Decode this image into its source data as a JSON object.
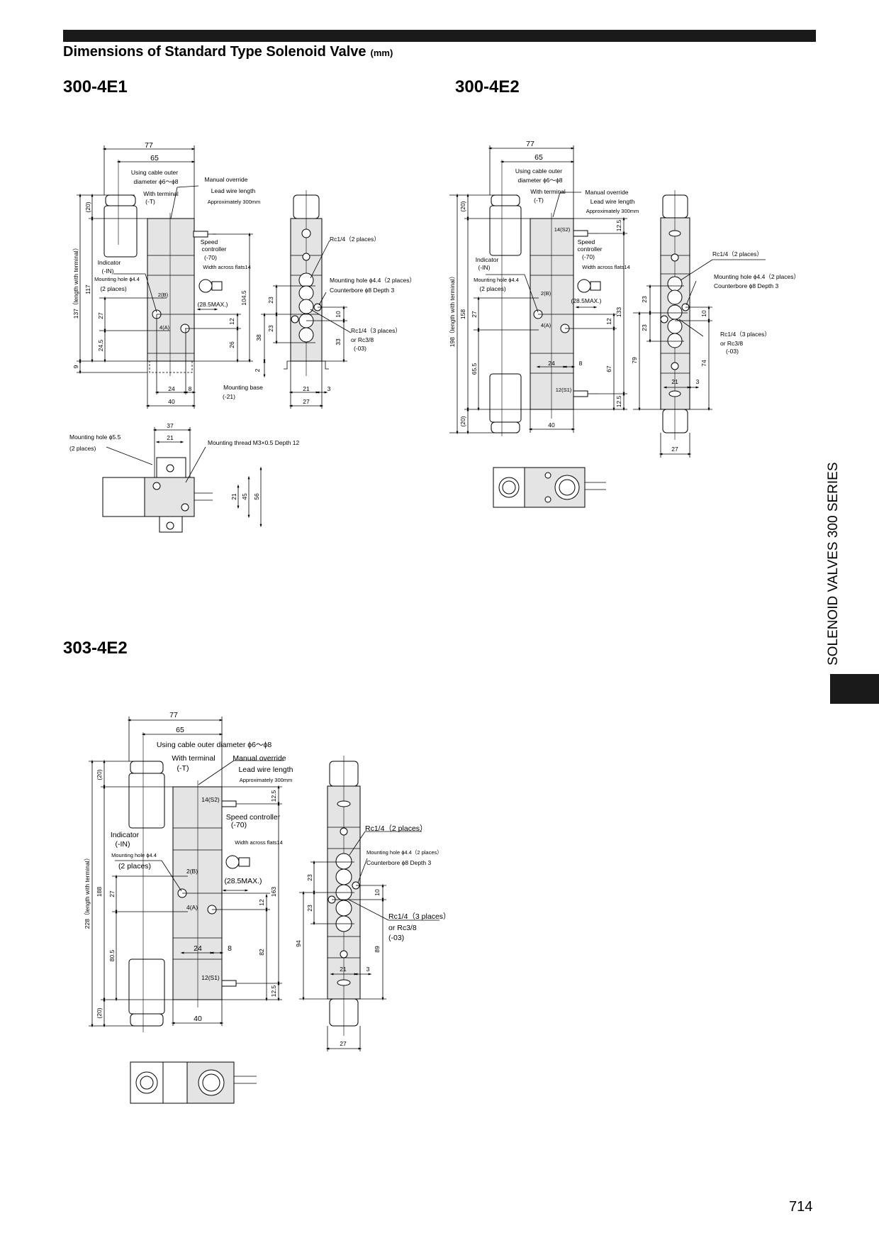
{
  "header": {
    "title": "Dimensions of Standard Type Solenoid Valve",
    "unit": "(mm)"
  },
  "side_tab": "SOLENOID VALVES 300 SERIES",
  "page_number": "714",
  "d1": {
    "model": "300-4E1",
    "dim_77": "77",
    "dim_65": "65",
    "cable1": "Using cable outer",
    "cable2": "diameter ϕ6～ϕ8",
    "terminal": "With terminal",
    "terminal_code": "(-T)",
    "manual_override": "Manual override",
    "lead_wire": "Lead wire length",
    "lead_wire_len": "Approximately 300mm",
    "speed1": "Speed",
    "speed2": "controller",
    "speed_code": "(-70)",
    "flats": "Width across flats14",
    "indicator": "Indicator",
    "indicator_code": "(-IN)",
    "mount_hole": "Mounting hole ϕ4.4",
    "mount_places": "(2 places)",
    "port_b": "2(B)",
    "port_a": "4(A)",
    "max": "(28.5MAX.)",
    "dim_104_5": "104.5",
    "dim_12": "12",
    "dim_26": "26",
    "dim_137": "137（length with terminal）",
    "dim_117": "117",
    "dim_20": "(20)",
    "dim_27": "27",
    "dim_24_5": "24.5",
    "dim_9": "9",
    "dim_24": "24",
    "dim_8": "8",
    "dim_40": "40",
    "mount_base": "Mounting base",
    "mount_base_code": "(-21)",
    "rc_2": "Rc1/4（2 places）",
    "mount_hole_side": "Mounting hole ϕ4.4（2 places）",
    "counterbore": "Counterbore ϕ8 Depth 3",
    "dim_23a": "23",
    "dim_23b": "23",
    "dim_38": "38",
    "dim_10": "10",
    "dim_33": "33",
    "rc_3": "Rc1/4（3 places）",
    "rc38": "or Rc3/8",
    "rc_code": "(-03)",
    "dim_2": "2",
    "dim_21": "21",
    "dim_3": "3",
    "dim_27w": "27",
    "bv_37": "37",
    "bv_21": "21",
    "bv_mh": "Mounting hole ϕ5.5",
    "bv_mh_places": "(2 places)",
    "bv_thread": "Mounting thread M3×0.5 Depth 12",
    "bv_21v": "21",
    "bv_45": "45",
    "bv_56": "56"
  },
  "d2": {
    "model": "300-4E2",
    "dim_77": "77",
    "dim_65": "65",
    "cable1": "Using cable outer",
    "cable2": "diameter ϕ6～ϕ8",
    "terminal": "With terminal",
    "terminal_code": "(-T)",
    "manual_override": "Manual override",
    "lead_wire": "Lead wire length",
    "lead_wire_len": "Approximately 300mm",
    "s2": "14(S2)",
    "s1": "12(S1)",
    "speed1": "Speed",
    "speed2": "controller",
    "speed_code": "(-70)",
    "flats": "Width across flats14",
    "indicator": "Indicator",
    "indicator_code": "(-IN)",
    "mount_hole": "Mounting hole ϕ4.4",
    "mount_places": "(2 places)",
    "port_b": "2(B)",
    "port_a": "4(A)",
    "max": "(28.5MAX.)",
    "dim_12_5a": "12.5",
    "dim_133": "133",
    "dim_12": "12",
    "dim_67": "67",
    "dim_12_5b": "12.5",
    "dim_198": "198（length with terminal）",
    "dim_158": "158",
    "dim_20a": "(20)",
    "dim_20b": "(20)",
    "dim_27": "27",
    "dim_65_5": "65.5",
    "dim_24": "24",
    "dim_8": "8",
    "dim_40": "40",
    "rc_2": "Rc1/4（2 places）",
    "mount_hole_side": "Mounting hole ϕ4.4（2 places）",
    "counterbore": "Counterbore ϕ8 Depth 3",
    "dim_23a": "23",
    "dim_23b": "23",
    "dim_10": "10",
    "rc_3": "Rc1/4（3 places）",
    "rc38": "or Rc3/8",
    "rc_code": "(-03)",
    "dim_79": "79",
    "dim_74": "74",
    "dim_21": "21",
    "dim_3": "3",
    "dim_27w": "27"
  },
  "d3": {
    "model": "303-4E2",
    "dim_77": "77",
    "dim_65": "65",
    "cable": "Using cable outer diameter ϕ6～ϕ8",
    "terminal": "With terminal",
    "terminal_code": "(-T)",
    "manual_override": "Manual override",
    "lead_wire": "Lead wire length",
    "lead_wire_len": "Approximately 300mm",
    "s2": "14(S2)",
    "s1": "12(S1)",
    "speed": "Speed controller",
    "speed_code": "(-70)",
    "flats": "Width across flats14",
    "indicator": "Indicator",
    "indicator_code": "(-IN)",
    "mount_hole": "Mounting hole ϕ4.4",
    "mount_places": "(2 places)",
    "port_b": "2(B)",
    "port_a": "4(A)",
    "max": "(28.5MAX.)",
    "dim_12_5a": "12.5",
    "dim_163": "163",
    "dim_12": "12",
    "dim_82": "82",
    "dim_12_5b": "12.5",
    "dim_228": "228（length with terminal）",
    "dim_188": "188",
    "dim_20a": "(20)",
    "dim_20b": "(20)",
    "dim_27": "27",
    "dim_80_5": "80.5",
    "dim_24": "24",
    "dim_8": "8",
    "dim_40": "40",
    "rc_2": "Rc1/4（2 places）",
    "mount_hole_side": "Mounting hole ϕ4.4（2 places）",
    "counterbore": "Counterbore ϕ8 Depth 3",
    "dim_23a": "23",
    "dim_23b": "23",
    "dim_10": "10",
    "rc_3": "Rc1/4（3 places）",
    "rc38": "or Rc3/8",
    "rc_code": "(-03)",
    "dim_94": "94",
    "dim_89": "89",
    "dim_21": "21",
    "dim_3": "3",
    "dim_27w": "27"
  }
}
